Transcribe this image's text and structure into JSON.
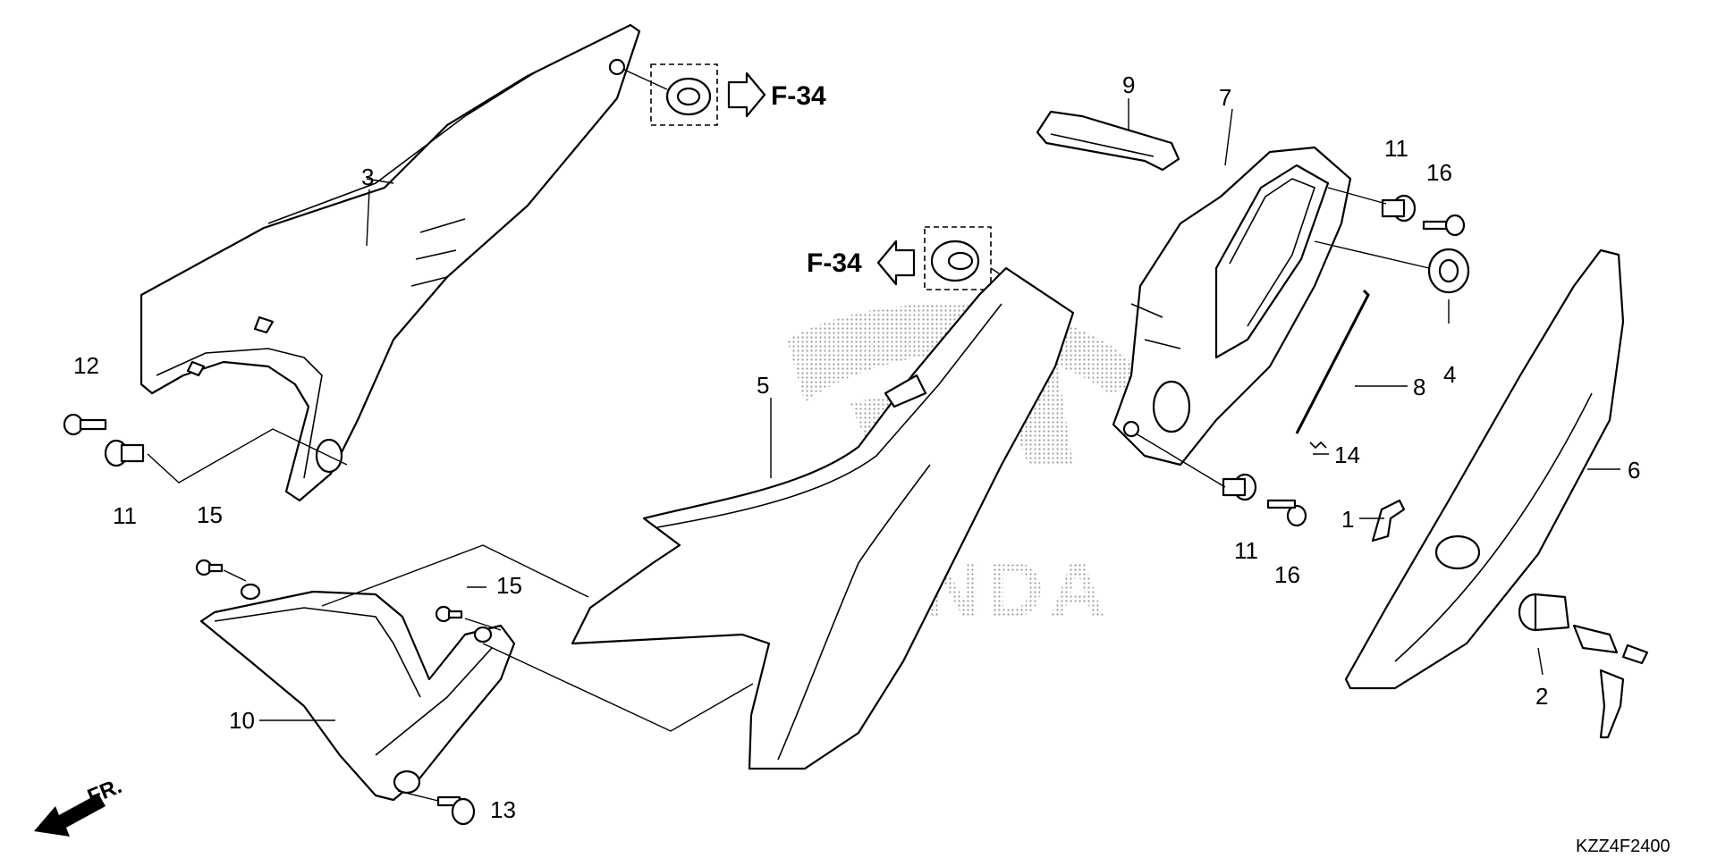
{
  "callouts": [
    {
      "num": "1"
    },
    {
      "num": "2"
    },
    {
      "num": "3"
    },
    {
      "num": "4"
    },
    {
      "num": "5"
    },
    {
      "num": "6"
    },
    {
      "num": "7"
    },
    {
      "num": "8"
    },
    {
      "num": "9"
    },
    {
      "num": "10"
    },
    {
      "num": "11"
    },
    {
      "num": "11"
    },
    {
      "num": "11"
    },
    {
      "num": "12"
    },
    {
      "num": "13"
    },
    {
      "num": "14"
    },
    {
      "num": "15"
    },
    {
      "num": "15"
    },
    {
      "num": "16"
    },
    {
      "num": "16"
    }
  ],
  "references": {
    "right": "F-34",
    "left": "F-34"
  },
  "front_marker": "FR.",
  "brand_watermark": "HONDA",
  "diagram_code": "KZZ4F2400",
  "colors": {
    "line": "#000000",
    "background": "#ffffff",
    "watermark": "#9a9a9a"
  }
}
